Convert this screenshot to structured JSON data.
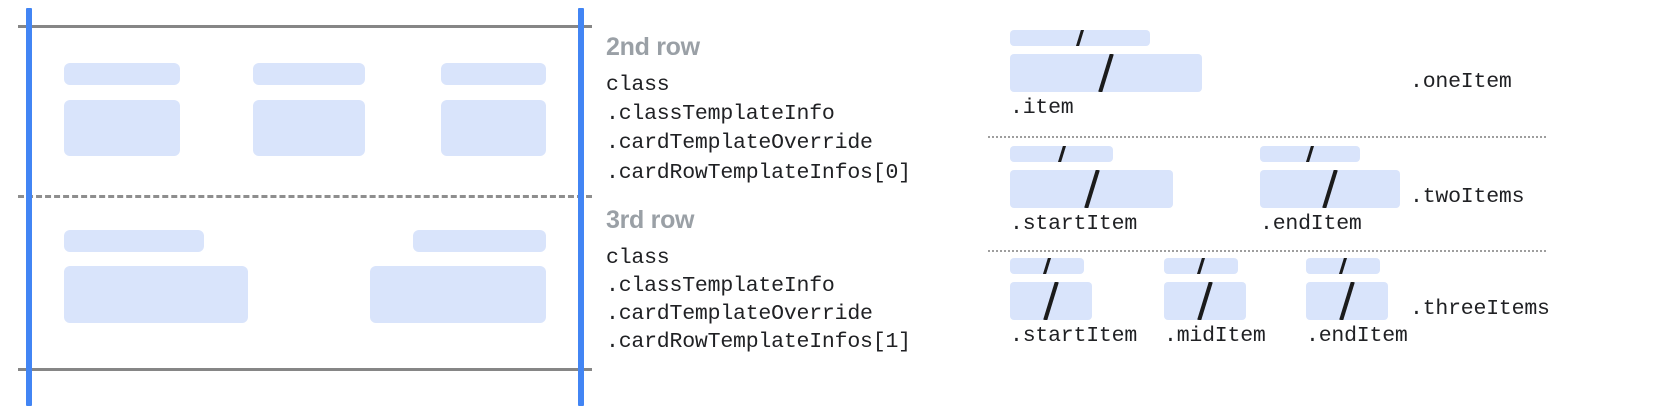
{
  "accent_color": "#4285f4",
  "placeholder_color": "#d9e4fb",
  "rule_color": "#868686",
  "divider_color": "#8e8e8e",
  "label_color": "#9aa0a6",
  "code_color": "#202124",
  "card_preview": {
    "rows": [
      {
        "name": "2nd row",
        "slots": [
          {
            "small_label_box": true,
            "large_box": true
          },
          {
            "small_label_box": true,
            "large_box": true
          },
          {
            "small_label_box": true,
            "large_box": true
          }
        ]
      },
      {
        "name": "3rd row",
        "slots": [
          {
            "small_label_box": true,
            "large_box": true
          },
          {
            "small_label_box": true,
            "large_box": true
          }
        ]
      }
    ]
  },
  "class_annotations": [
    {
      "row_title": "2nd row",
      "lines": [
        "class",
        ".classTemplateInfo",
        ".cardTemplateOverride",
        ".cardRowTemplateInfos[0]"
      ]
    },
    {
      "row_title": "3rd row",
      "lines": [
        "class",
        ".classTemplateInfo",
        ".cardTemplateOverride",
        ".cardRowTemplateInfos[1]"
      ]
    }
  ],
  "item_variants": [
    {
      "variant_label": ".oneItem",
      "slots": [
        {
          "label": ".item"
        }
      ]
    },
    {
      "variant_label": ".twoItems",
      "slots": [
        {
          "label": ".startItem"
        },
        {
          "label": ".endItem"
        }
      ]
    },
    {
      "variant_label": ".threeItems",
      "slots": [
        {
          "label": ".startItem"
        },
        {
          "label": ".midItem"
        },
        {
          "label": ".endItem"
        }
      ]
    }
  ]
}
